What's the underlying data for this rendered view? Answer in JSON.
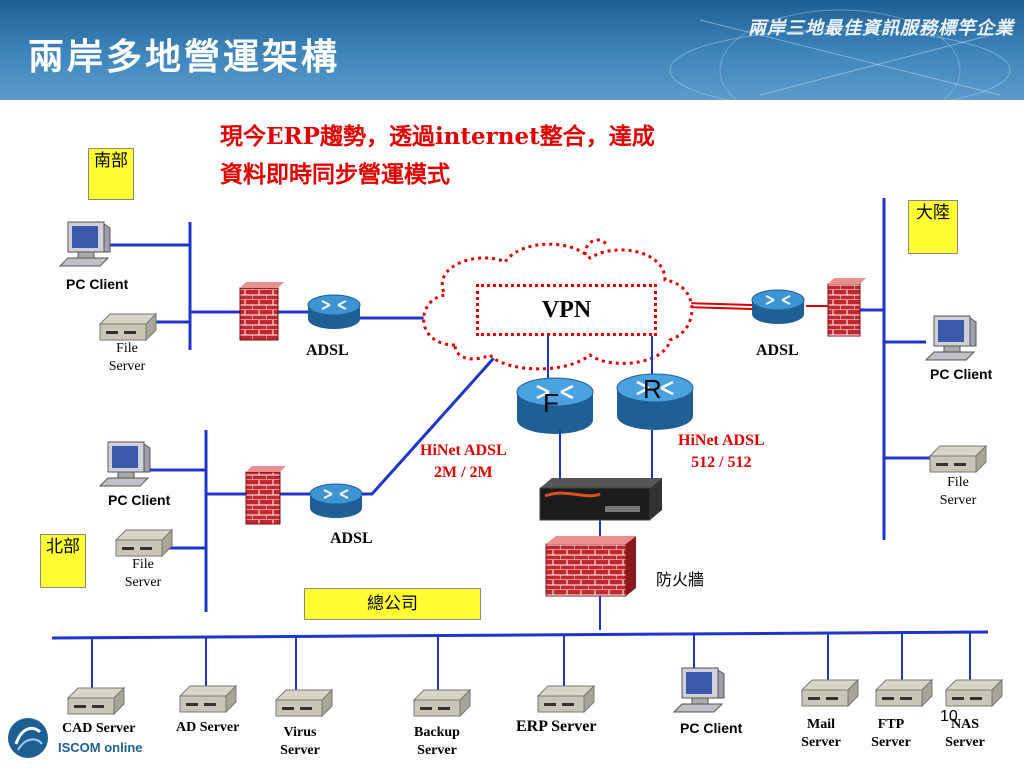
{
  "header": {
    "title": "兩岸多地營運架構",
    "slogan": "兩岸三地最佳資訊服務標竿企業"
  },
  "headline": {
    "line1": "現今ERP趨勢，透過internet整合，達成",
    "line2": "資料即時同步營運模式"
  },
  "regions": {
    "south": "南部",
    "north": "北部",
    "mainland": "大陸",
    "hq": "總公司"
  },
  "labels": {
    "pc_client": "PC Client",
    "file_server": "File Server",
    "adsl": "ADSL",
    "vpn": "VPN",
    "router_f": "F",
    "router_r": "R",
    "hinet_left_1": "HiNet  ADSL",
    "hinet_left_2": "2M / 2M",
    "hinet_right_1": "HiNet  ADSL",
    "hinet_right_2": "512 / 512",
    "firewall": "防火牆"
  },
  "hq_servers": [
    {
      "label": "CAD Server"
    },
    {
      "label": "AD Server"
    },
    {
      "label": "Virus Server"
    },
    {
      "label": "Backup Server"
    },
    {
      "label": "ERP Server"
    },
    {
      "label": "PC Client"
    },
    {
      "label": "Mail Server"
    },
    {
      "label": "FTP Server"
    },
    {
      "label": "NAS Server"
    }
  ],
  "footer": {
    "logo_text": "ISCOM online",
    "page_number": "10"
  },
  "colors": {
    "header_blue": "#2f77b0",
    "headline_red": "#e00000",
    "link_blue": "#1f35c8",
    "region_yellow": "#ffff33",
    "firewall_red": "#c1272d",
    "router_blue": "#2a7fc0"
  }
}
